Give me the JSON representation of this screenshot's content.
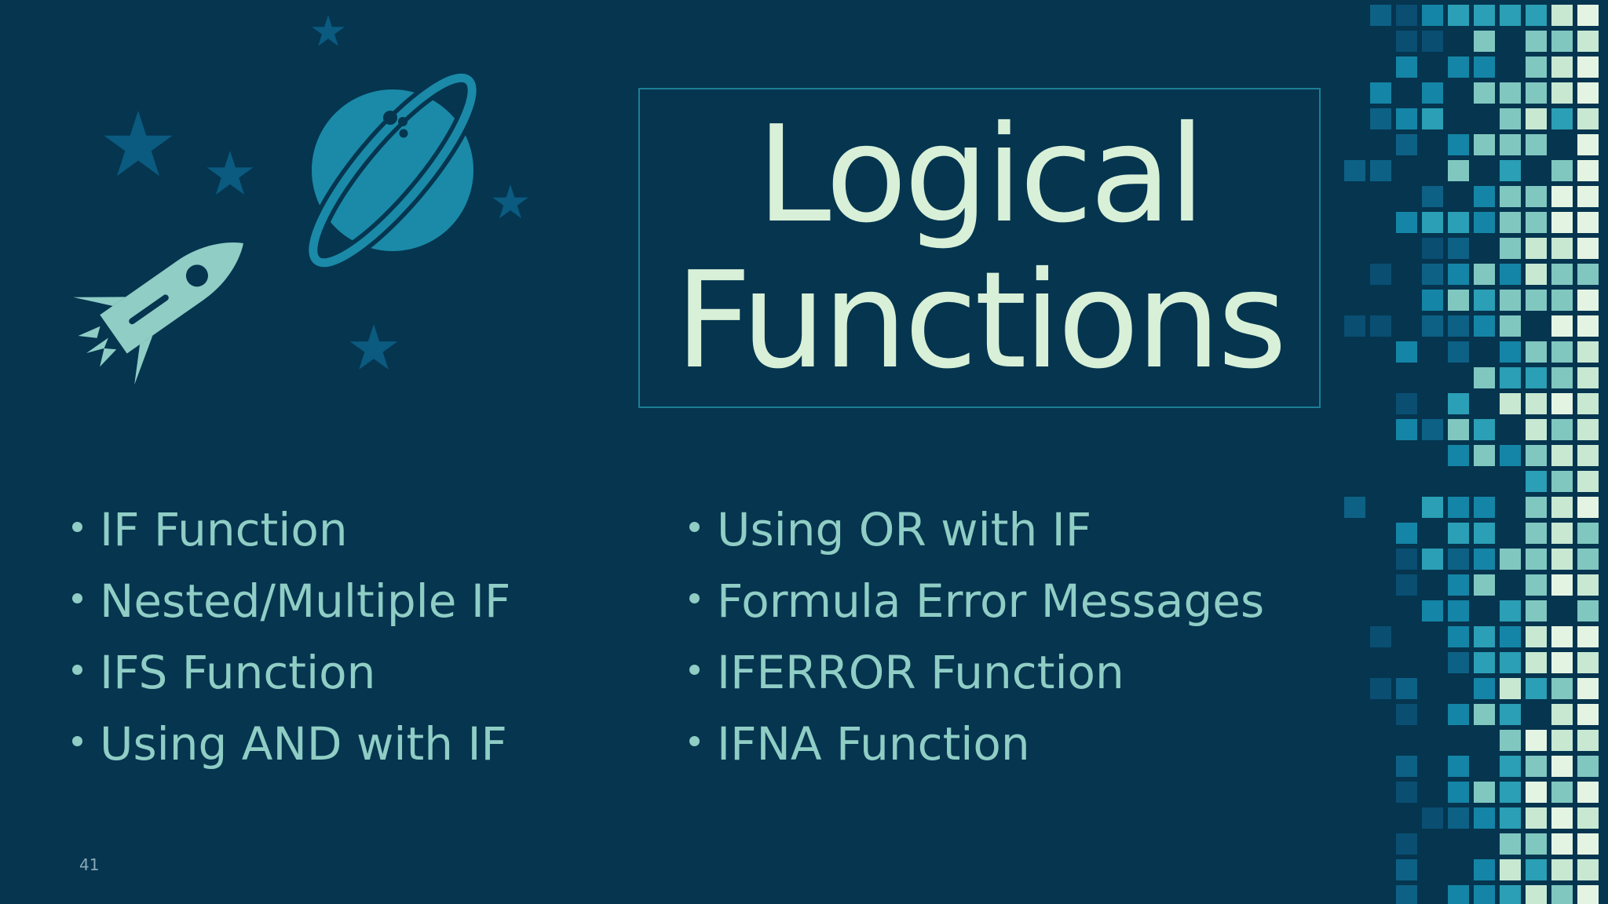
{
  "slide": {
    "title_lines": [
      "Logical",
      "Functions"
    ],
    "bullets_left": [
      "IF Function",
      "Nested/Multiple IF",
      "IFS Function",
      "Using AND with IF"
    ],
    "bullets_right": [
      "Using OR with IF",
      "Formula Error Messages",
      "IFERROR Function",
      "IFNA Function"
    ],
    "slide_number": "41"
  },
  "icons": [
    "star-icon",
    "planet-icon",
    "rocket-icon"
  ],
  "colors": {
    "background": "#05354f",
    "title_text": "#d8f0d8",
    "bullet_text": "#8fcdc5",
    "title_border": "#1b7f94",
    "planet": "#1a8aa8",
    "rocket": "#8fcdc5",
    "star": "#0b5a80",
    "mosaic": [
      "#0a4e72",
      "#0d6185",
      "#1485a6",
      "#2a9fb5",
      "#80c7c0",
      "#c8e8d2",
      "#e4f4e2"
    ]
  }
}
